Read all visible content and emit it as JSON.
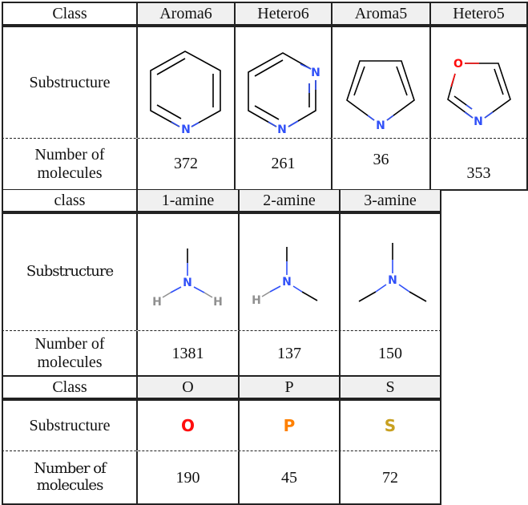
{
  "table1": {
    "headers": [
      "Class",
      "Aroma6",
      "Hetero6",
      "Aroma5",
      "Hetero5"
    ],
    "row_sub": "Substructure",
    "row_num": "Number of molecules",
    "counts": [
      "372",
      "261",
      "36",
      "353"
    ]
  },
  "table2": {
    "headers": [
      "class",
      "1-amine",
      "2-amine",
      "3-amine"
    ],
    "row_sub": "Substructure",
    "row_num": "Number of molecules",
    "counts": [
      "1381",
      "137",
      "150"
    ]
  },
  "table3": {
    "headers": [
      "Class",
      "O",
      "P",
      "S"
    ],
    "row_sub": "Substructure",
    "row_num": "Number of molecules",
    "counts": [
      "190",
      "45",
      "72"
    ],
    "atoms": [
      "O",
      "P",
      "S"
    ]
  },
  "atoms": {
    "N": "N",
    "O": "O",
    "H": "H"
  },
  "colors": {
    "nitrogen": "#3050f8",
    "oxygen": "#ff0d0d",
    "phosphorus": "#ff8000",
    "sulfur": "#c8a020",
    "hydrogen": "#909090"
  }
}
